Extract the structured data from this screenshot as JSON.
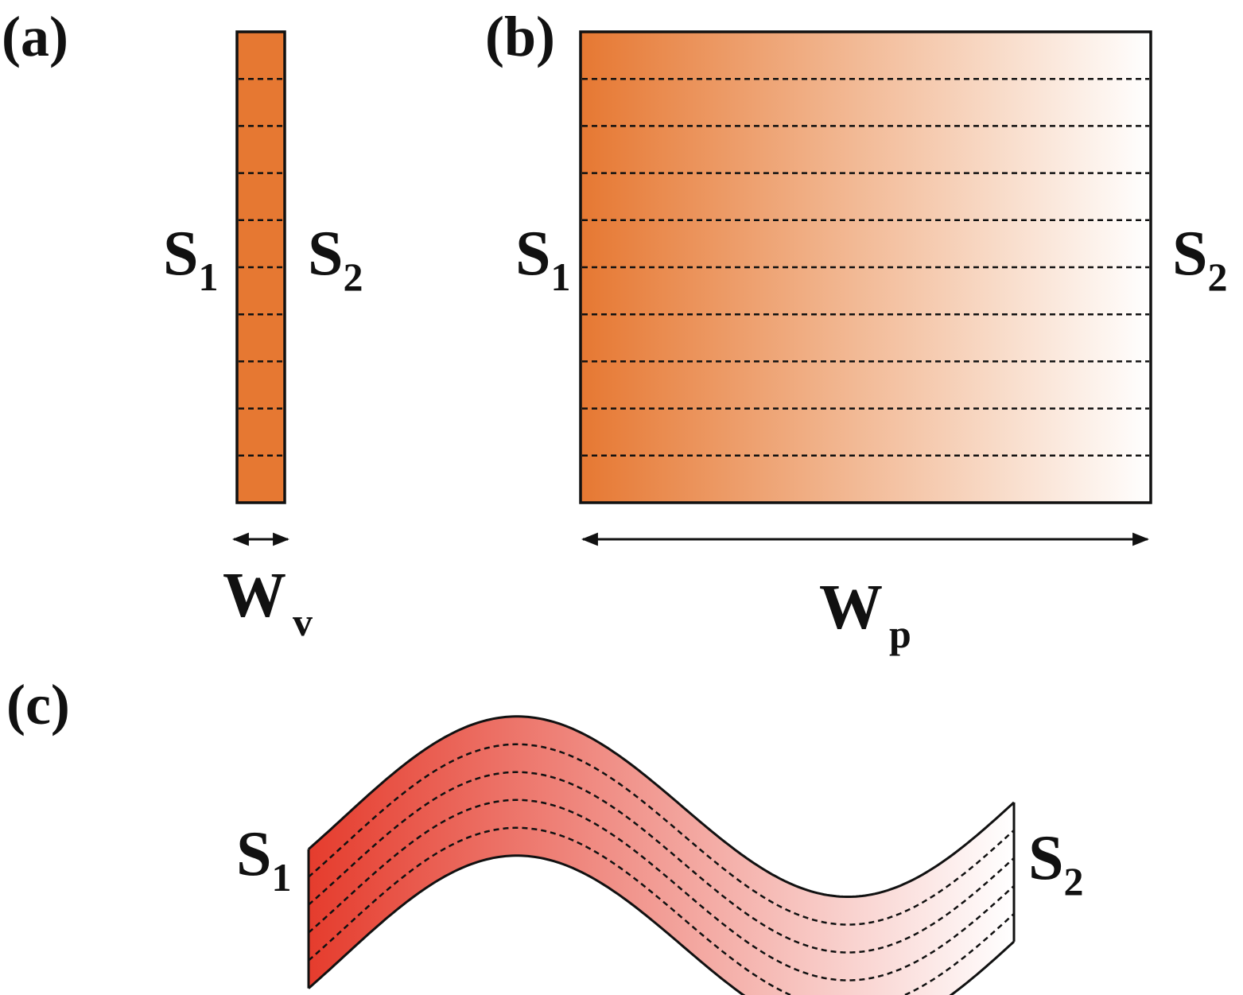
{
  "colors": {
    "narrow_fill": "#E67832",
    "wide_gradient_start": "#E67832",
    "wide_gradient_end": "#FFFFFF",
    "wave_gradient_start": "#E53C2D",
    "wave_gradient_end": "#FFFFFF",
    "line": "#111111"
  },
  "panel_a": {
    "label": "(a)",
    "left_side": {
      "main": "S",
      "sub": "1"
    },
    "right_side": {
      "main": "S",
      "sub": "2"
    },
    "width_label": {
      "main": "W",
      "sub": "v"
    },
    "layer_count": 10
  },
  "panel_b": {
    "label": "(b)",
    "left_side": {
      "main": "S",
      "sub": "1"
    },
    "right_side": {
      "main": "S",
      "sub": "2"
    },
    "width_label": {
      "main": "W",
      "sub": "p"
    },
    "layer_count": 10
  },
  "panel_c": {
    "label": "(c)",
    "left_side": {
      "main": "S",
      "sub": "1"
    },
    "right_side": {
      "main": "S",
      "sub": "2"
    },
    "layer_count": 5
  }
}
